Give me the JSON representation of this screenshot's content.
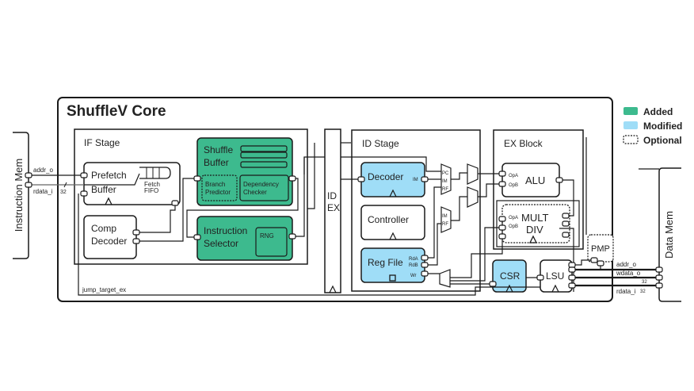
{
  "title": "ShuffleV Core",
  "colors": {
    "added": "#3dba8e",
    "modified": "#9fddf7",
    "line": "#1a1a1a"
  },
  "legend": [
    {
      "label": "Added",
      "style": "added"
    },
    {
      "label": "Modified",
      "style": "modified"
    },
    {
      "label": "Optional",
      "style": "optional"
    }
  ],
  "instruction_mem": {
    "label": "Instruction Mem",
    "ports": {
      "addr": "addr_o",
      "rdata": "rdata_i",
      "width": "32"
    }
  },
  "data_mem": {
    "label": "Data Mem",
    "ports": {
      "addr": "addr_o",
      "wdata": "wdata_o",
      "rdata": "rdata_i",
      "wdata_width": "32",
      "rdata_width": "32"
    }
  },
  "if_stage": {
    "label": "IF Stage",
    "prefetch": {
      "line1": "Prefetch",
      "line2": "Buffer"
    },
    "fifo": {
      "line1": "Fetch",
      "line2": "FIFO"
    },
    "comp_decoder": {
      "line1": "Comp",
      "line2": "Decoder"
    },
    "shuffle_buffer": {
      "line1": "Shuffle",
      "line2": "Buffer"
    },
    "branch_predictor": {
      "line1": "Branch",
      "line2": "Predictor"
    },
    "dependency_checker": {
      "line1": "Dependency",
      "line2": "Checker"
    },
    "instruction_selector": {
      "line1": "Instruction",
      "line2": "Selector"
    },
    "rng": "RNG"
  },
  "id_ex": {
    "line1": "ID",
    "line2": "EX"
  },
  "id_stage": {
    "label": "ID Stage",
    "decoder": "Decoder",
    "decoder_port": "IM",
    "controller": "Controller",
    "regfile": "Reg File",
    "regfile_ports": {
      "rda": "RdA",
      "rdb": "RdB",
      "wr": "Wr"
    },
    "mux1": [
      "PC",
      "IM",
      "RF"
    ],
    "mux2": [
      "IM",
      "RF"
    ]
  },
  "ex_block": {
    "label": "EX Block",
    "alu": "ALU",
    "multdiv": {
      "line1": "MULT",
      "line2": "DIV"
    },
    "ports": {
      "opa": "OpA",
      "opb": "OpB"
    }
  },
  "csr": "CSR",
  "lsu": "LSU",
  "pmp": "PMP",
  "jump_signal": "jump_target_ex"
}
